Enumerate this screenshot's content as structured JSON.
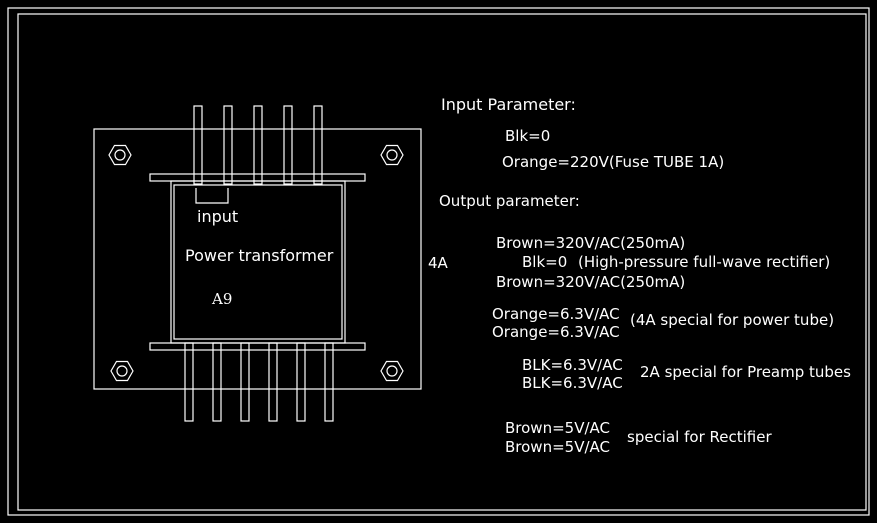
{
  "diagram": {
    "transformer": {
      "input_label": "input",
      "name_label": "Power transformer",
      "model_label": "A9"
    },
    "side_note": "4A",
    "input_section": {
      "heading": "Input Parameter:",
      "lines": [
        "Blk=0",
        "Orange=220V(Fuse TUBE 1A)"
      ]
    },
    "output_section": {
      "heading": "Output parameter:",
      "hv": {
        "line1": "Brown=320V/AC(250mA)",
        "line2": "Blk=0",
        "note": "(High-pressure full-wave rectifier)",
        "line3": "Brown=320V/AC(250mA)"
      },
      "power_heater": {
        "line1": "Orange=6.3V/AC",
        "line2": "Orange=6.3V/AC",
        "note": "(4A special for power tube)"
      },
      "preamp_heater": {
        "line1": "BLK=6.3V/AC",
        "line2": "BLK=6.3V/AC",
        "note": "2A special for Preamp tubes"
      },
      "rectifier_heater": {
        "line1": "Brown=5V/AC",
        "line2": "Brown=5V/AC",
        "note": "special for Rectifier"
      }
    },
    "colors": {
      "background": "#000000",
      "line": "#ffffff",
      "text": "#ffffff"
    }
  }
}
